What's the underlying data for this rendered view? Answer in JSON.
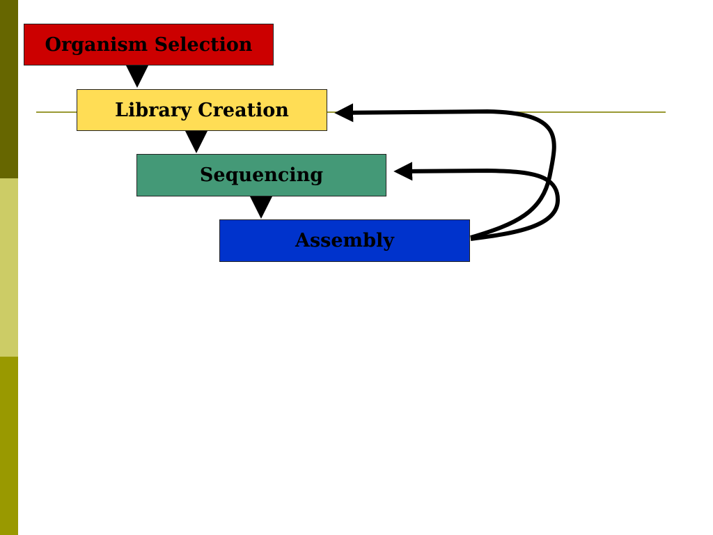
{
  "theme": {
    "bar_top": "#666600",
    "bar_mid": "#cccc66",
    "bar_bot": "#999900",
    "rule": "#999933"
  },
  "diagram": {
    "nodes": [
      {
        "id": "organism",
        "label": "Organism Selection",
        "color": "#cc0000"
      },
      {
        "id": "library",
        "label": "Library Creation",
        "color": "#ffdd55"
      },
      {
        "id": "sequencing",
        "label": "Sequencing",
        "color": "#449977"
      },
      {
        "id": "assembly",
        "label": "Assembly",
        "color": "#0033cc"
      }
    ],
    "edges": [
      {
        "from": "organism",
        "to": "library"
      },
      {
        "from": "library",
        "to": "sequencing"
      },
      {
        "from": "sequencing",
        "to": "assembly"
      },
      {
        "from": "assembly",
        "to": "library"
      },
      {
        "from": "assembly",
        "to": "sequencing"
      }
    ]
  }
}
